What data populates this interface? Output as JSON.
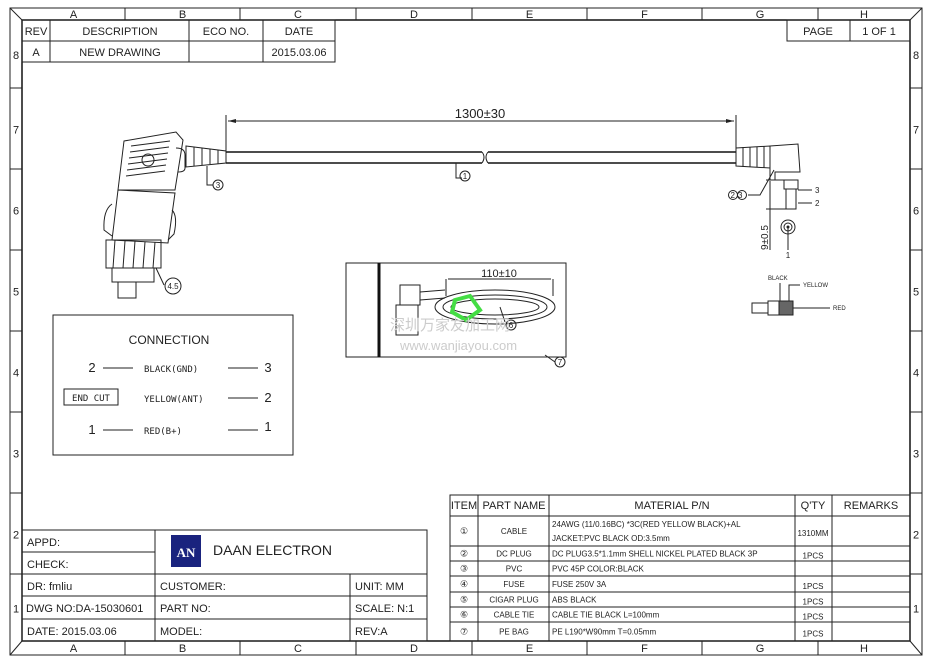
{
  "frame": {
    "columns": [
      "A",
      "B",
      "C",
      "D",
      "E",
      "F",
      "G",
      "H"
    ],
    "rows": [
      "8",
      "7",
      "6",
      "5",
      "4",
      "3",
      "2",
      "1"
    ]
  },
  "revision_table": {
    "headers": [
      "REV",
      "DESCRIPTION",
      "ECO NO.",
      "DATE"
    ],
    "row": [
      "A",
      "NEW DRAWING",
      "",
      "2015.03.06"
    ]
  },
  "page": {
    "label": "PAGE",
    "value": "1 OF 1"
  },
  "drawing": {
    "length_dim": "1300±30",
    "bag_dim": "110±10",
    "plug_dim": "9±0.5",
    "callouts": {
      "cable": "1",
      "pvc": "3",
      "cigar_fuse": "4.5",
      "dc_plug": "23",
      "tie": "6",
      "bag": "7"
    },
    "pins": [
      "3",
      "2",
      "1"
    ],
    "wire_labels": {
      "black": "BLACK",
      "yellow": "YELLOW",
      "red": "RED"
    },
    "watermark": [
      "深圳万家友加工网",
      "www.wanjiayou.com"
    ]
  },
  "connection": {
    "title": "CONNECTION",
    "end_cut": "END CUT",
    "rows": [
      {
        "left": "2",
        "label": "BLACK(GND)",
        "right": "3"
      },
      {
        "left": "",
        "label": "YELLOW(ANT)",
        "right": "2"
      },
      {
        "left": "1",
        "label": "RED(B+)",
        "right": "1"
      }
    ]
  },
  "title_block": {
    "appd": "APPD:",
    "check": "CHECK:",
    "logo": "AN",
    "company": "DAAN ELECTRON",
    "dr": "DR: fmliu",
    "dwg_no": "DWG NO:DA-15030601",
    "date": "DATE: 2015.03.06",
    "customer": "CUSTOMER:",
    "part_no": "PART NO:",
    "model": "MODEL:",
    "unit": "UNIT: MM",
    "scale": "SCALE: N:1",
    "rev": "REV:A",
    "logo_color": "#1a237e"
  },
  "bom": {
    "headers": [
      "ITEM",
      "PART NAME",
      "MATERIAL P/N",
      "Q'TY",
      "REMARKS"
    ],
    "rows": [
      {
        "item": "①",
        "name": "CABLE",
        "material": "24AWG (11/0.16BC) *3C(RED YELLOW BLACK)+AL",
        "material2": "JACKET:PVC BLACK OD:3.5mm",
        "qty": "1310MM",
        "remarks": ""
      },
      {
        "item": "②",
        "name": "DC PLUG",
        "material": "DC PLUG3.5*1.1mm SHELL NICKEL PLATED BLACK 3P",
        "qty": "1PCS",
        "remarks": ""
      },
      {
        "item": "③",
        "name": "PVC",
        "material": "PVC 45P COLOR:BLACK",
        "qty": "",
        "remarks": ""
      },
      {
        "item": "④",
        "name": "FUSE",
        "material": "FUSE 250V 3A",
        "qty": "1PCS",
        "remarks": ""
      },
      {
        "item": "⑤",
        "name": "CIGAR PLUG",
        "material": "ABS BLACK",
        "qty": "1PCS",
        "remarks": ""
      },
      {
        "item": "⑥",
        "name": "CABLE TIE",
        "material": "CABLE TIE  BLACK L=100mm",
        "qty": "1PCS",
        "remarks": ""
      },
      {
        "item": "⑦",
        "name": "PE BAG",
        "material": "PE L190*W90mm T=0.05mm",
        "qty": "1PCS",
        "remarks": ""
      }
    ]
  }
}
